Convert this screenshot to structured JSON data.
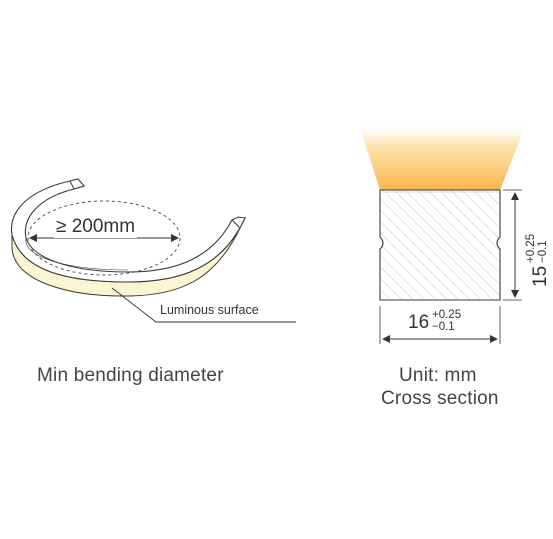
{
  "bending": {
    "diameter_label": "≥ 200mm",
    "luminous_label": "Luminous surface",
    "caption": "Min bending diameter"
  },
  "cross_section": {
    "width_main": "16",
    "width_tol_plus": "+0.25",
    "width_tol_minus": "−0.1",
    "height_main": "15",
    "height_tol_plus": "+0.25",
    "height_tol_minus": "−0.1",
    "unit_caption": "Unit: mm",
    "title_caption": "Cross section"
  },
  "colors": {
    "glow": "#fbb94a",
    "strip_face": "#fbf5d2",
    "outline": "#3a3a3a"
  }
}
